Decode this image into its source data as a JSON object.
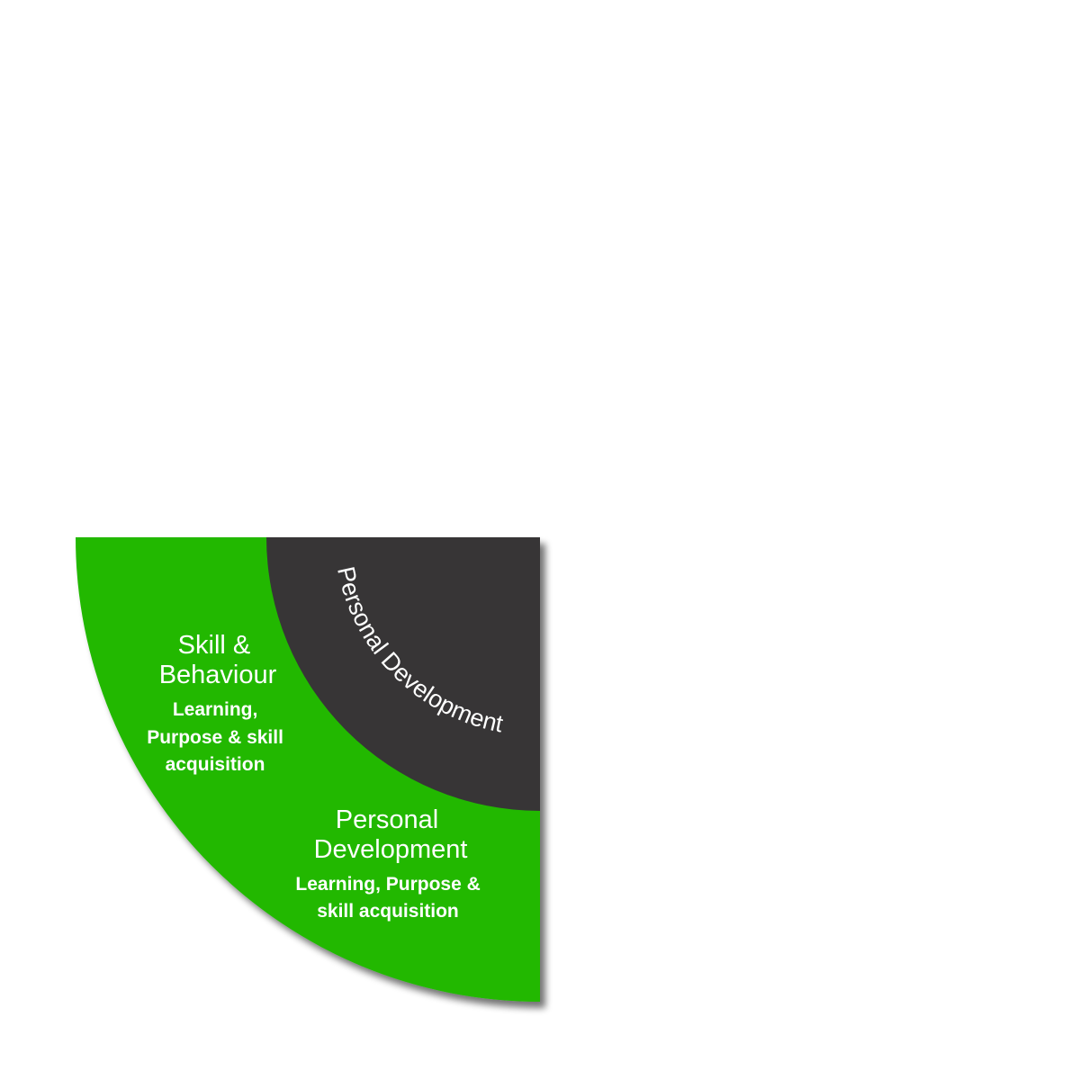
{
  "diagram": {
    "colors": {
      "outer_ring": "#20b803",
      "inner_core": "#373536",
      "text": "#ffffff",
      "background": "#ffffff"
    },
    "inner_core": {
      "curved_label": "Personal Development"
    },
    "segments": [
      {
        "title_lines": [
          "Skill &",
          "Behaviour"
        ],
        "subtitle_lines": [
          "Learning,",
          "Purpose & skill",
          "acquisition"
        ]
      },
      {
        "title_lines": [
          "Personal",
          "Development"
        ],
        "subtitle_lines": [
          "Learning, Purpose &",
          "skill acquisition"
        ]
      }
    ]
  }
}
